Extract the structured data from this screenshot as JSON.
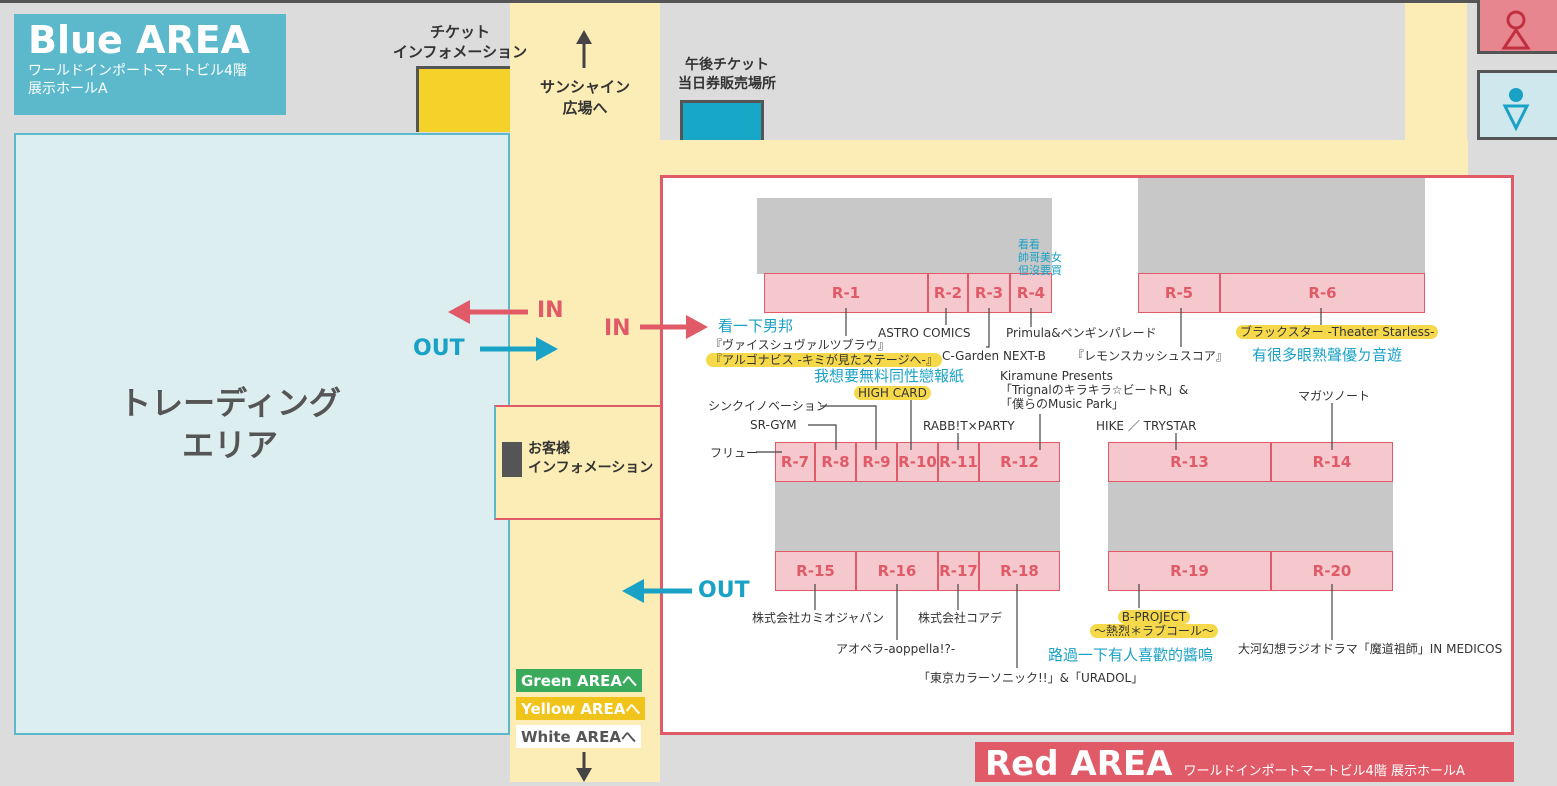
{
  "blue_area": {
    "title": "Blue AREA",
    "sub1": "ワールドインポートマートビル4階",
    "sub2": "展示ホールA"
  },
  "red_area": {
    "title": "Red AREA",
    "sub": "ワールドインポートマートビル4階 展示ホールA"
  },
  "labels": {
    "ticket_info_1": "チケット",
    "ticket_info_2": "インフォメーション",
    "sunshine_1": "サンシャイン",
    "sunshine_2": "広場へ",
    "pm_ticket_1": "午後チケット",
    "pm_ticket_2": "当日券販売場所",
    "trading_1": "トレーディング",
    "trading_2": "エリア",
    "guest_info_1": "お客様",
    "guest_info_2": "インフォメーション",
    "in": "IN",
    "out": "OUT"
  },
  "nav": {
    "green": "Green AREAへ",
    "yellow": "Yellow AREAへ",
    "white": "White AREAへ"
  },
  "booths_top": [
    "R-1",
    "R-2",
    "R-3",
    "R-4",
    "R-5",
    "R-6"
  ],
  "booths_mid": [
    "R-7",
    "R-8",
    "R-9",
    "R-10",
    "R-11",
    "R-12",
    "R-13",
    "R-14"
  ],
  "booths_bot": [
    "R-15",
    "R-16",
    "R-17",
    "R-18",
    "R-19",
    "R-20"
  ],
  "exhibitors": {
    "r1_cn": "看一下男邦",
    "r1a": "『ヴァイスシュヴァルツブラウ』",
    "r1b": "『アルゴナビス -キミが見たステージへ-』",
    "r2": "ASTRO COMICS",
    "r3": "C-Garden NEXT-B",
    "r4_cn1": "看看",
    "r4_cn2": "帥哥美女",
    "r4_cn3": "但沒要買",
    "r4": "Primula&ペンギンパレード",
    "r5": "『レモンスカッシュスコア』",
    "r6": "ブラックスター -Theater Starless-",
    "r6_cn": "有很多眼熟聲優ㄉ音遊",
    "r10_cn": "我想要無料同性戀報紙",
    "r10": "HIGH CARD",
    "r9": "シンクイノベーション",
    "r8": "SR-GYM",
    "r7": "フリュー",
    "r11": "RABB!T×PARTY",
    "r12a": "Kiramune Presents",
    "r12b": "「Trignalのキラキラ☆ビートR」&",
    "r12c": "「僕らのMusic Park」",
    "r13": "HIKE ／ TRYSTAR",
    "r14": "マガツノート",
    "r15": "株式会社カミオジャパン",
    "r16": "アオペラ-aoppella!?-",
    "r17": "株式会社コアデ",
    "r18": "「東京カラーソニック!!」&「URADOL」",
    "r19a": "B-PROJECT",
    "r19b": "～熱烈＊ラブコール～",
    "r19_cn": "路過一下有人喜歡的醬嗚",
    "r20": "大河幻想ラジオドラマ「魔道祖師」IN MEDICOS"
  },
  "colors": {
    "red": "#e05a68",
    "blue": "#1aa2c6",
    "yellow": "#f5d94a",
    "cream": "#fbedb5",
    "lightblue": "#ddeef1"
  }
}
